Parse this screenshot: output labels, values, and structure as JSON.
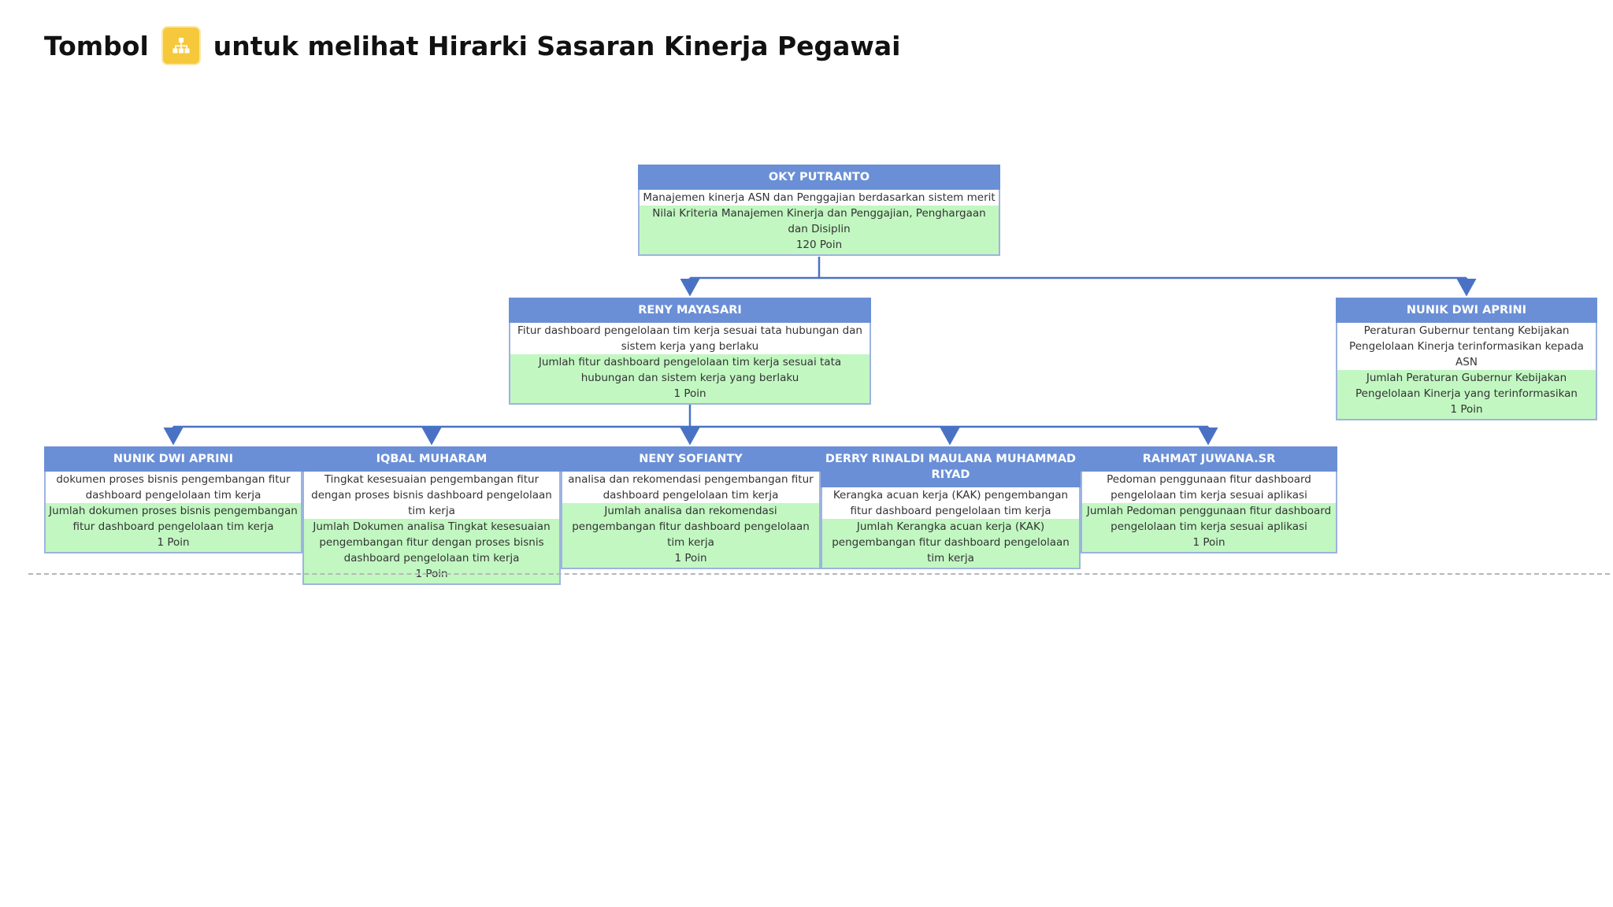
{
  "header": {
    "prefix": "Tombol",
    "icon": "hierarchy-icon",
    "suffix": "untuk melihat Hirarki Sasaran Kinerja Pegawai",
    "icon_color": "#f6c83b"
  },
  "colors": {
    "node_header": "#6a8fd6",
    "indicator_bg": "#c2f7c2",
    "connector": "#4a72c4"
  },
  "nodes": [
    {
      "name": "OKY PUTRANTO",
      "goal": "Manajemen kinerja ASN dan Penggajian berdasarkan sistem merit",
      "indicator": "Nilai Kriteria Manajemen Kinerja dan Penggajian, Penghargaan dan Disiplin",
      "points": "120 Poin"
    },
    {
      "name": "RENY MAYASARI",
      "goal": "Fitur dashboard pengelolaan tim kerja sesuai tata hubungan dan sistem kerja yang berlaku",
      "indicator": "Jumlah fitur dashboard pengelolaan tim kerja sesuai tata hubungan dan sistem kerja yang berlaku",
      "points": "1 Poin"
    },
    {
      "name": "NUNIK DWI APRINI",
      "goal": "Peraturan Gubernur tentang Kebijakan Pengelolaan Kinerja terinformasikan kepada ASN",
      "indicator": "Jumlah Peraturan Gubernur Kebijakan Pengelolaan Kinerja yang terinformasikan",
      "points": "1 Poin"
    },
    {
      "name": "NUNIK DWI APRINI",
      "goal": "dokumen proses bisnis pengembangan fitur dashboard pengelolaan tim kerja",
      "indicator": "Jumlah dokumen proses bisnis pengembangan fitur dashboard pengelolaan tim kerja",
      "points": "1 Poin"
    },
    {
      "name": "IQBAL MUHARAM",
      "goal": "Tingkat kesesuaian pengembangan fitur dengan proses bisnis dashboard pengelolaan tim kerja",
      "indicator": "Jumlah Dokumen analisa Tingkat kesesuaian pengembangan fitur dengan proses bisnis dashboard pengelolaan tim kerja",
      "points": "1 Poin"
    },
    {
      "name": "NENY SOFIANTY",
      "goal": "analisa dan rekomendasi pengembangan fitur dashboard pengelolaan tim kerja",
      "indicator": "Jumlah analisa dan rekomendasi pengembangan fitur dashboard pengelolaan tim kerja",
      "points": "1 Poin"
    },
    {
      "name": "DERRY RINALDI MAULANA MUHAMMAD RIYAD",
      "goal": "Kerangka acuan kerja (KAK) pengembangan fitur dashboard pengelolaan tim kerja",
      "indicator": "Jumlah Kerangka acuan kerja (KAK) pengembangan fitur dashboard pengelolaan tim kerja",
      "points": ""
    },
    {
      "name": "RAHMAT JUWANA.SR",
      "goal": "Pedoman penggunaan fitur dashboard pengelolaan tim kerja sesuai aplikasi",
      "indicator": "Jumlah Pedoman penggunaan fitur dashboard pengelolaan tim kerja sesuai aplikasi",
      "points": "1 Poin"
    }
  ]
}
